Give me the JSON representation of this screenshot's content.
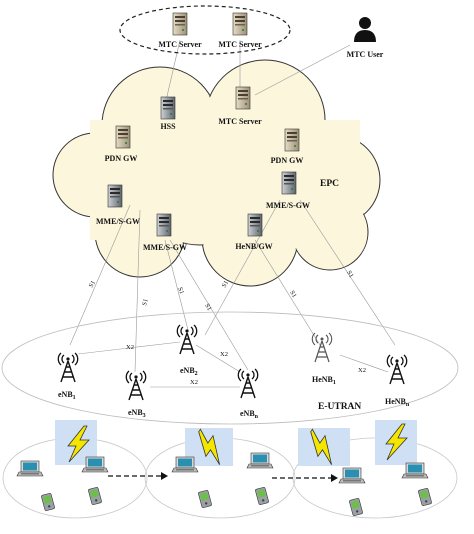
{
  "mtc_servers": [
    "MTC Server",
    "MTC Server"
  ],
  "mtc_user": "MTC User",
  "epc": {
    "label": "EPC",
    "hss": "HSS",
    "mtc_server": "MTC Server",
    "pdn_gw_left": "PDN GW",
    "pdn_gw_right": "PDN GW",
    "mme_sgw_left": "MME/S-GW",
    "mme_sgw_center": "MME/S-GW",
    "mme_sgw_right": "MME/S-GW",
    "henb_gw": "HeNB/GW"
  },
  "interfaces": {
    "s1": "S1",
    "x2": "X2"
  },
  "eutran": {
    "label": "E-UTRAN",
    "enb1": {
      "base": "eNB",
      "sub": "1"
    },
    "enb2": {
      "base": "eNB",
      "sub": "2"
    },
    "enb3": {
      "base": "eNB",
      "sub": "3"
    },
    "enbn": {
      "base": "eNB",
      "sub": "n"
    },
    "henb1": {
      "base": "HeNB",
      "sub": "1"
    },
    "henbn": {
      "base": "HeNB",
      "sub": "n"
    }
  },
  "icons": {
    "server": "server-icon",
    "user": "user-icon",
    "tower": "antenna-tower-icon",
    "lightning": "lightning-icon",
    "laptop": "laptop-icon",
    "pda": "pda-icon"
  },
  "colors": {
    "cloud_fill": "#fbf6dc",
    "lightning_bg": "#cfe0f5",
    "lightning": "#f5e600"
  }
}
